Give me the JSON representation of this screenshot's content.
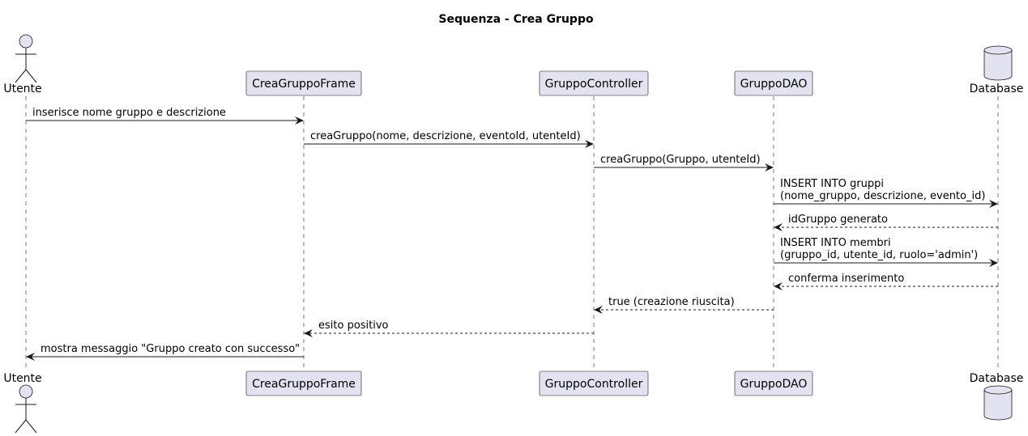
{
  "title": "Sequenza - Crea Gruppo",
  "participants": [
    {
      "id": "utente",
      "label": "Utente",
      "kind": "actor"
    },
    {
      "id": "frame",
      "label": "CreaGruppoFrame",
      "kind": "participant"
    },
    {
      "id": "controller",
      "label": "GruppoController",
      "kind": "participant"
    },
    {
      "id": "dao",
      "label": "GruppoDAO",
      "kind": "participant"
    },
    {
      "id": "db",
      "label": "Database",
      "kind": "database"
    }
  ],
  "messages": [
    {
      "from": "utente",
      "to": "frame",
      "lines": [
        "inserisce nome gruppo e descrizione"
      ],
      "style": "solid"
    },
    {
      "from": "frame",
      "to": "controller",
      "lines": [
        "creaGruppo(nome, descrizione, eventoId, utenteId)"
      ],
      "style": "solid"
    },
    {
      "from": "controller",
      "to": "dao",
      "lines": [
        "creaGruppo(Gruppo, utenteId)"
      ],
      "style": "solid"
    },
    {
      "from": "dao",
      "to": "db",
      "lines": [
        "INSERT INTO gruppi",
        "(nome_gruppo, descrizione, evento_id)"
      ],
      "style": "solid"
    },
    {
      "from": "db",
      "to": "dao",
      "lines": [
        "idGruppo generato"
      ],
      "style": "dashed"
    },
    {
      "from": "dao",
      "to": "db",
      "lines": [
        "INSERT INTO membri",
        "(gruppo_id, utente_id, ruolo='admin')"
      ],
      "style": "solid"
    },
    {
      "from": "db",
      "to": "dao",
      "lines": [
        "conferma inserimento"
      ],
      "style": "dashed"
    },
    {
      "from": "dao",
      "to": "controller",
      "lines": [
        "true (creazione riuscita)"
      ],
      "style": "dashed"
    },
    {
      "from": "controller",
      "to": "frame",
      "lines": [
        "esito positivo"
      ],
      "style": "dashed"
    },
    {
      "from": "frame",
      "to": "utente",
      "lines": [
        "mostra messaggio \"Gruppo creato con successo\""
      ],
      "style": "solid"
    }
  ],
  "colors": {
    "participant_fill": "#E2E2F0",
    "border": "#181818",
    "lifeline": "#7a7a7a",
    "background": "#ffffff"
  }
}
